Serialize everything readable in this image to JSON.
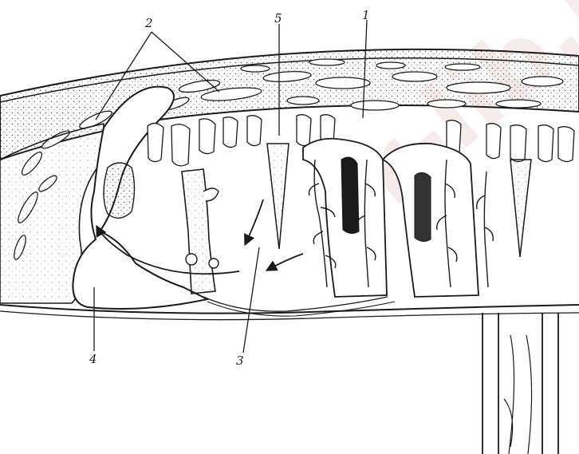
{
  "figure": {
    "labels": {
      "l1": "1",
      "l2": "2",
      "l3": "3",
      "l4": "4",
      "l5": "5"
    },
    "watermark": "er-lib.r"
  },
  "colors": {
    "ink": "#1a1a1a",
    "paper": "#ffffff",
    "watermark": "#f0dcdc"
  }
}
